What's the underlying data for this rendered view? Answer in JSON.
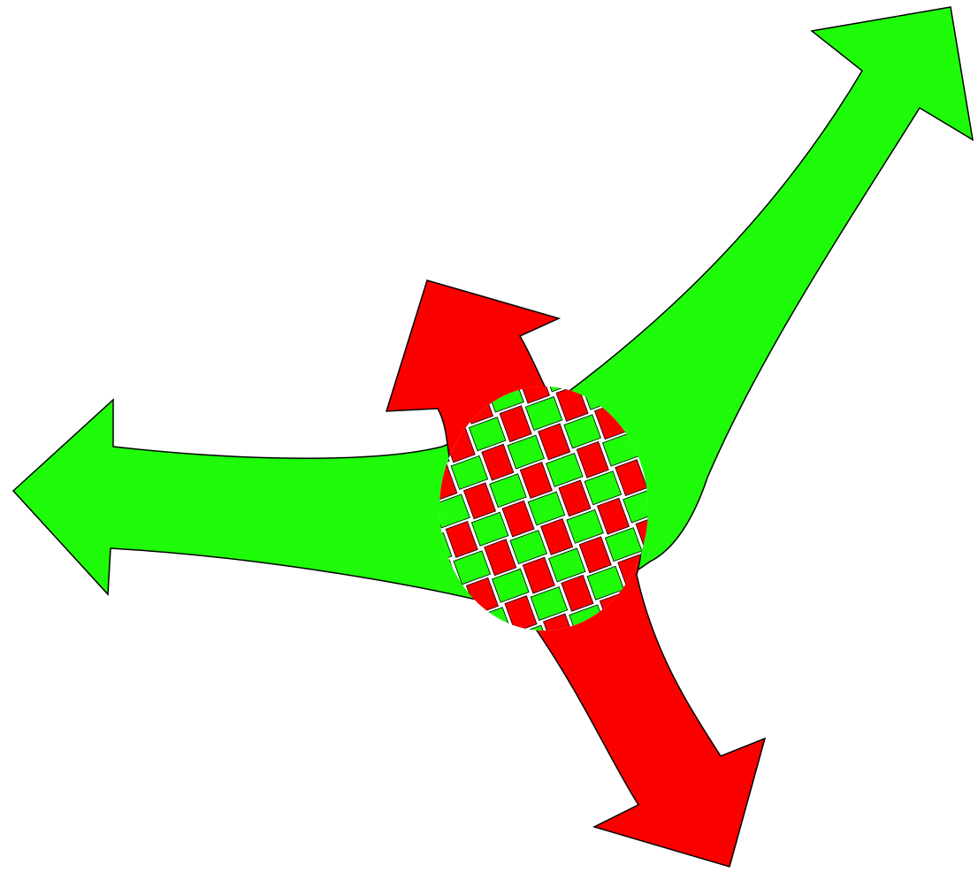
{
  "diagram": {
    "arrows": [
      {
        "id": "green-arrow",
        "color": "#1efc0a",
        "heads": [
          "left",
          "upper-right"
        ]
      },
      {
        "id": "red-arrow",
        "color": "#fc0000",
        "heads": [
          "up",
          "lower-right"
        ]
      }
    ],
    "weave": {
      "pattern": "checkerboard",
      "colors": [
        "#1efc0a",
        "#fc0000"
      ],
      "gap_color": "#ffffff"
    },
    "outline_color": "#000000",
    "background": "#ffffff"
  }
}
